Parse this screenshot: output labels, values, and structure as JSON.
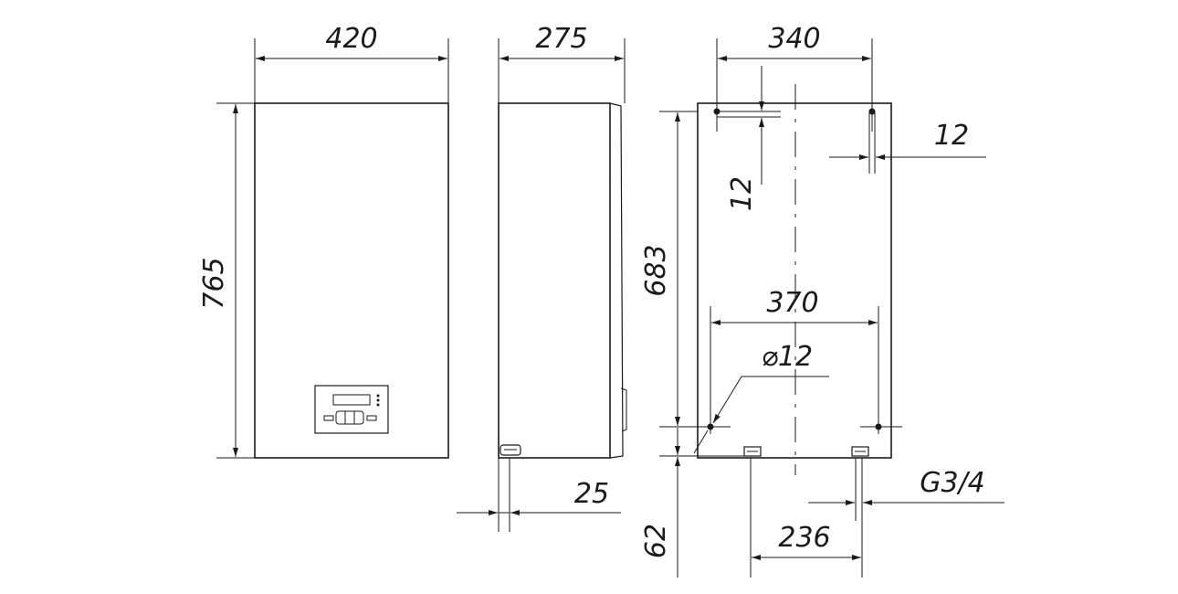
{
  "dimensions": {
    "front_width": "420",
    "side_depth": "275",
    "back_mount_width": "340",
    "hole_offset_right": "12",
    "hole_offset_top": "12",
    "height": "765",
    "mount_height": "683",
    "bottom_hole_span": "370",
    "hole_diameter": "⌀12",
    "pipe_offset": "25",
    "pipe_thread": "G3/4",
    "pipe_height": "62",
    "pipe_spacing": "236"
  },
  "colors": {
    "line": "#1a1a1a",
    "background": "#ffffff"
  }
}
